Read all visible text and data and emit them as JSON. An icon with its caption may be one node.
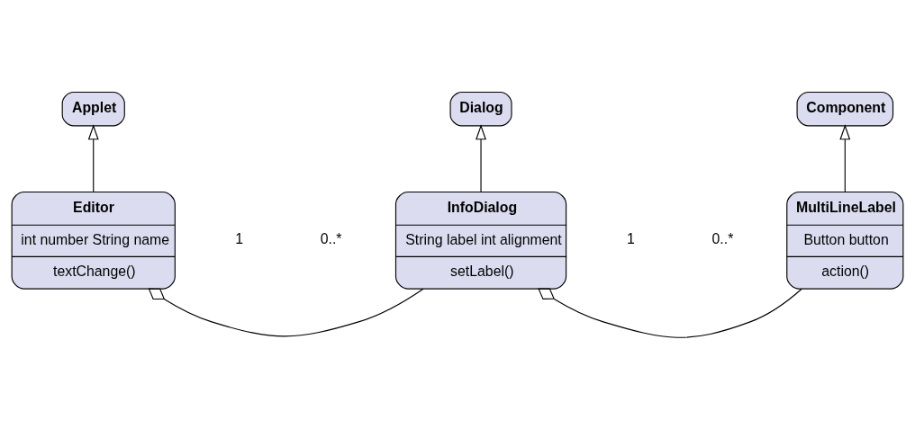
{
  "diagram": {
    "nodes": [
      {
        "text": [
          "Applet"
        ]
      },
      {
        "text": [
          "Dialog"
        ]
      },
      {
        "text": [
          "Component"
        ]
      },
      {
        "text": [
          "Editor",
          "int number String name",
          "textChange()"
        ]
      },
      {
        "text": [
          "InfoDialog",
          "String label int alignment",
          "setLabel()"
        ]
      },
      {
        "text": [
          "MultiLineLabel",
          "Button button",
          "action()"
        ]
      }
    ],
    "edges": [
      {
        "from": 3,
        "to": 0,
        "arrow": "to"
      },
      {
        "from": 4,
        "to": 1,
        "arrow": "to"
      },
      {
        "from": 5,
        "to": 2,
        "arrow": "to"
      },
      {
        "from": 3,
        "to": 4,
        "arrow": "other"
      },
      {
        "from": 4,
        "to": 5,
        "arrow": "other"
      }
    ],
    "labels": [
      "1",
      "0..*",
      "1",
      "0..*"
    ]
  }
}
